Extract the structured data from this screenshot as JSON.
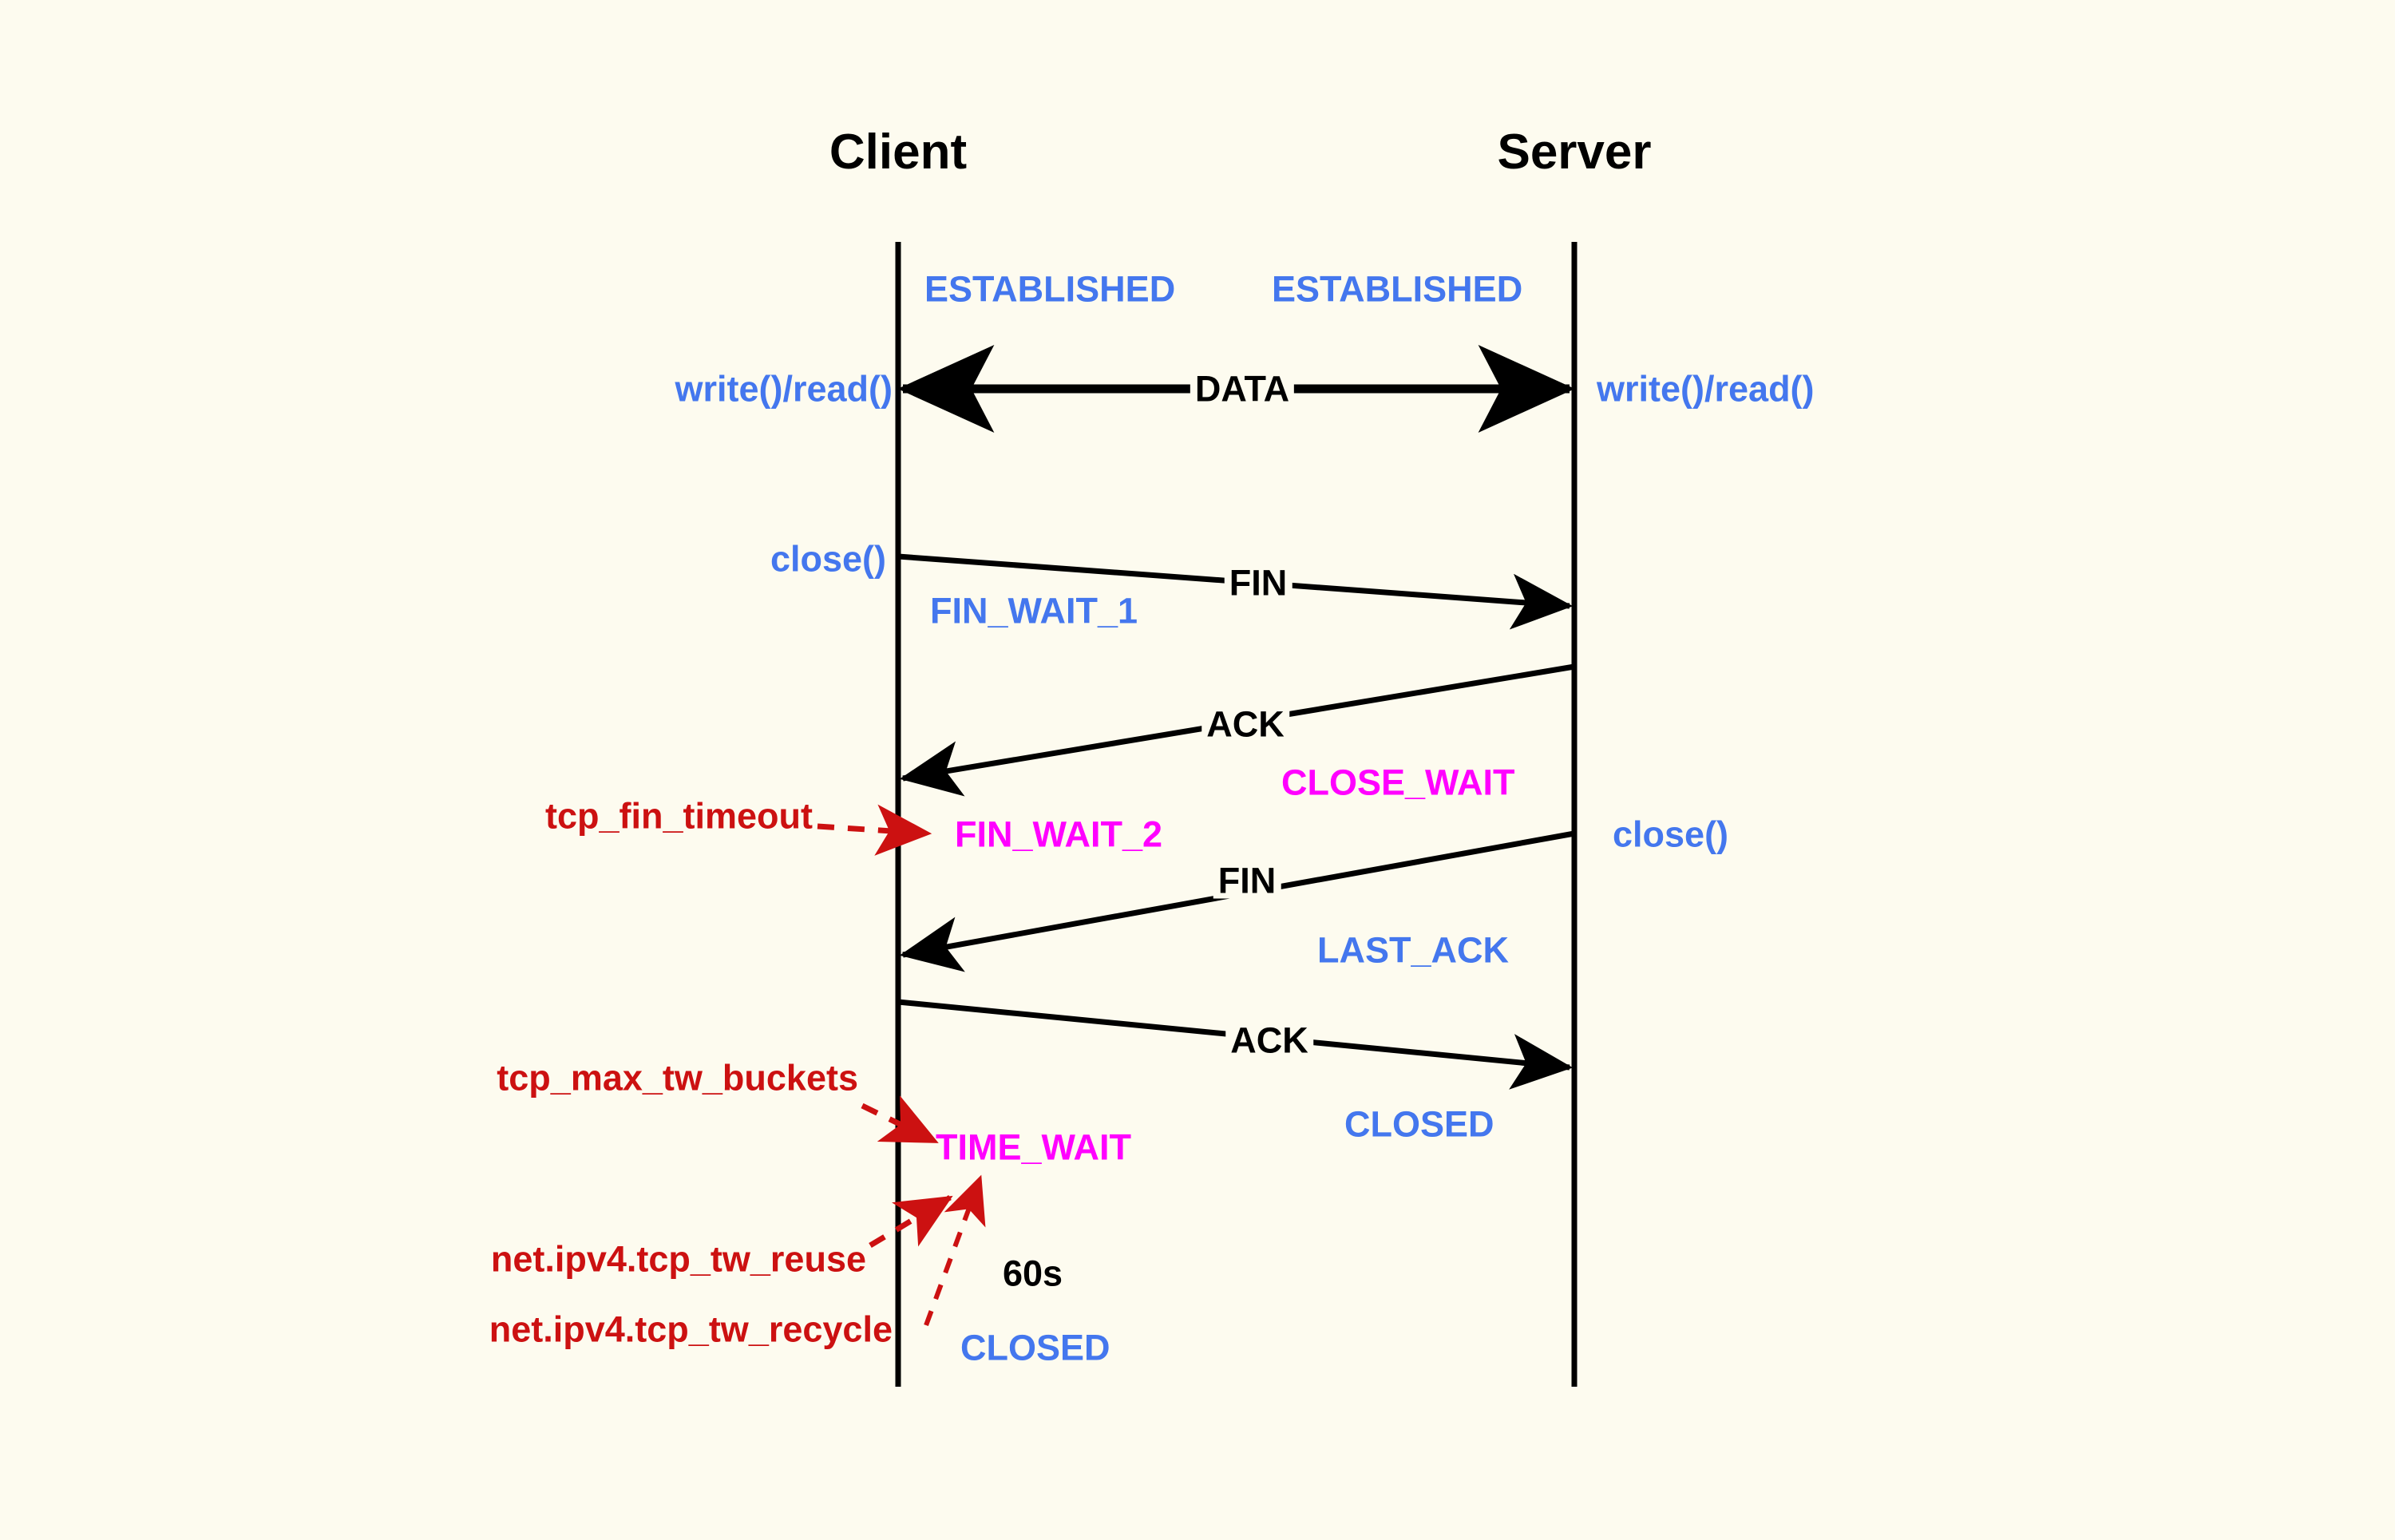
{
  "diagram": {
    "title_client": "Client",
    "title_server": "Server",
    "background_color": "#fdfbef",
    "colors": {
      "state_normal": "#4477ee",
      "state_highlight": "#ff00ff",
      "message": "#000000",
      "tunable": "#cc1111",
      "lifeline": "#000000"
    }
  },
  "actors": [
    {
      "name": "client",
      "label": "Client"
    },
    {
      "name": "server",
      "label": "Server"
    }
  ],
  "states": {
    "client_established": "ESTABLISHED",
    "server_established": "ESTABLISHED",
    "client_fin_wait_1": "FIN_WAIT_1",
    "server_close_wait": "CLOSE_WAIT",
    "client_fin_wait_2": "FIN_WAIT_2",
    "server_last_ack": "LAST_ACK",
    "server_closed": "CLOSED",
    "client_time_wait": "TIME_WAIT",
    "client_closed": "CLOSED"
  },
  "api_calls": {
    "client_write_read": "write()/read()",
    "server_write_read": "write()/read()",
    "client_close": "close()",
    "server_close": "close()"
  },
  "messages": [
    {
      "name": "data",
      "label": "DATA",
      "direction": "bidirectional"
    },
    {
      "name": "fin-1",
      "label": "FIN",
      "direction": "client-to-server"
    },
    {
      "name": "ack-1",
      "label": "ACK",
      "direction": "server-to-client"
    },
    {
      "name": "fin-2",
      "label": "FIN",
      "direction": "server-to-client"
    },
    {
      "name": "ack-2",
      "label": "ACK",
      "direction": "client-to-server"
    }
  ],
  "timers": {
    "time_wait_duration": "60s"
  },
  "tunables": [
    {
      "name": "tcp-fin-timeout",
      "label": "tcp_fin_timeout",
      "targets": "FIN_WAIT_2"
    },
    {
      "name": "tcp-max-tw-buckets",
      "label": "tcp_max_tw_buckets",
      "targets": "TIME_WAIT"
    },
    {
      "name": "tcp-tw-reuse",
      "label": "net.ipv4.tcp_tw_reuse",
      "targets": "TIME_WAIT"
    },
    {
      "name": "tcp-tw-recycle",
      "label": "net.ipv4.tcp_tw_recycle",
      "targets": "TIME_WAIT"
    }
  ]
}
